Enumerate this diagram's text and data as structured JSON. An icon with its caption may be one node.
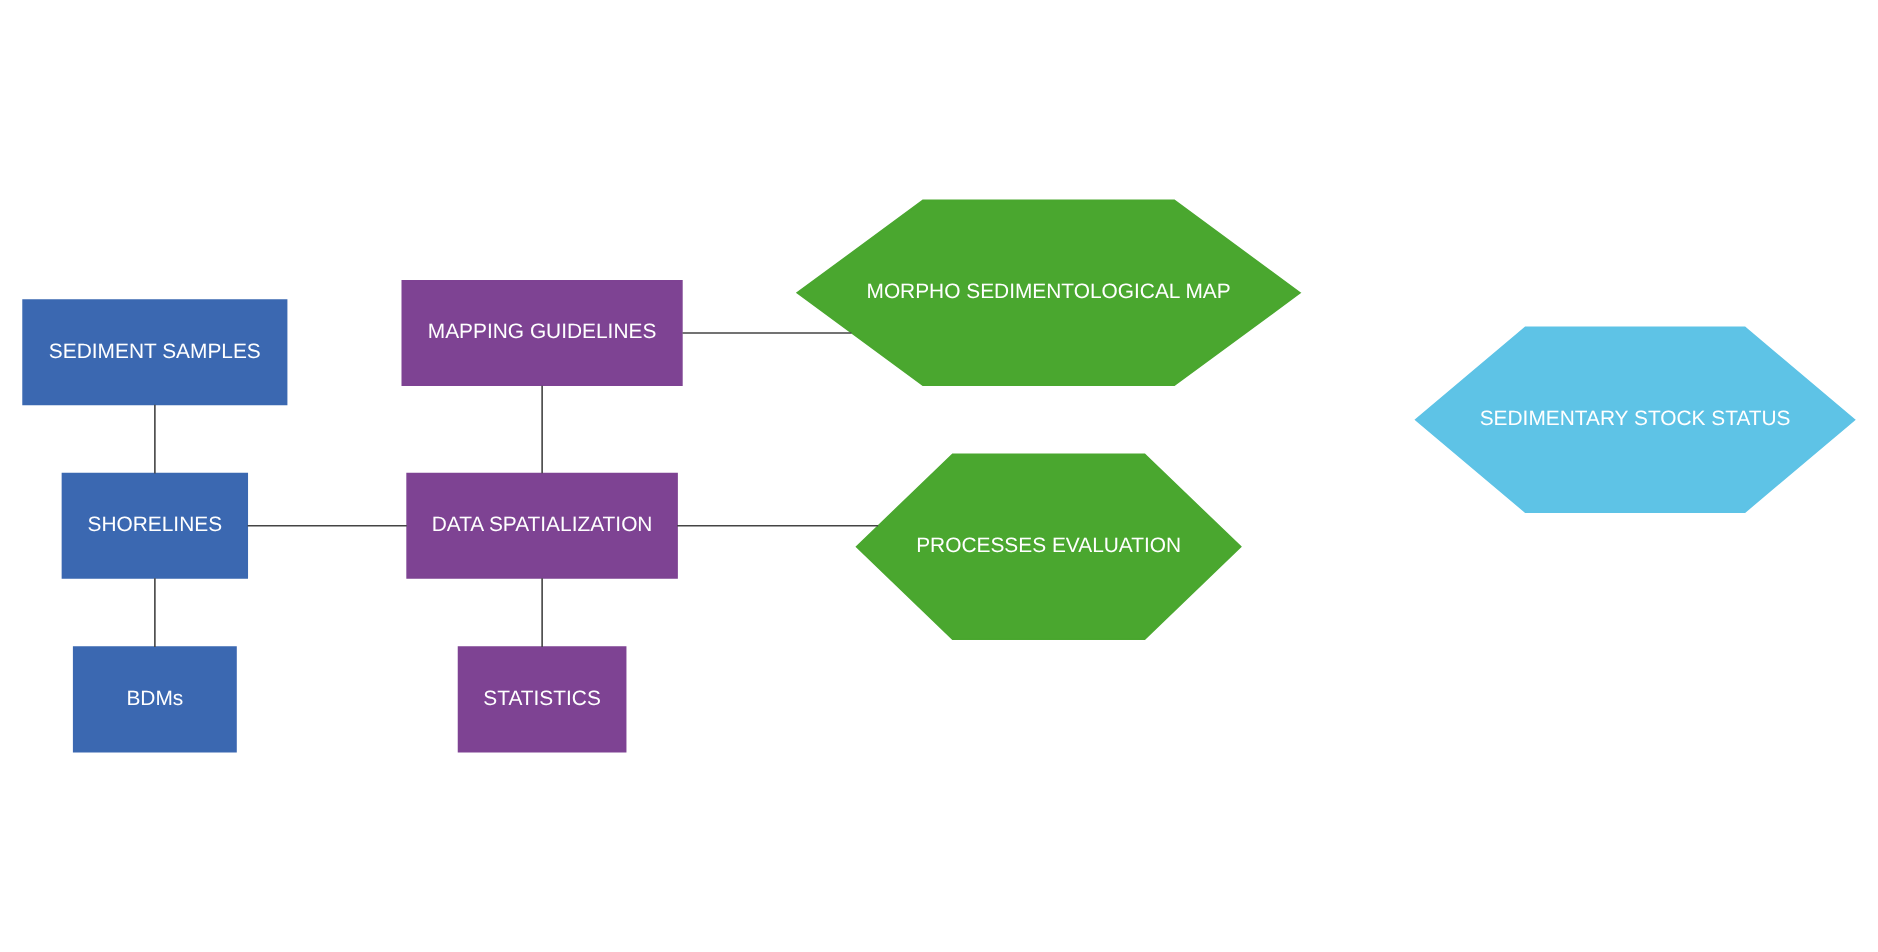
{
  "diagram": {
    "nodes": [
      {
        "text": [
          "SEDIMENT SAMPLES"
        ]
      },
      {
        "text": [
          "SHORELINES"
        ]
      },
      {
        "text": [
          "BDMs"
        ]
      },
      {
        "text": [
          "MAPPING GUIDELINES"
        ]
      },
      {
        "text": [
          "DATA SPATIALIZATION"
        ]
      },
      {
        "text": [
          "STATISTICS"
        ]
      },
      {
        "text": [
          "MORPHO SEDIMENTOLOGICAL MAP"
        ]
      },
      {
        "text": [
          "PROCESSES EVALUATION"
        ]
      },
      {
        "text": [
          "SEDIMENTARY STOCK STATUS"
        ]
      }
    ],
    "edges": [
      {
        "from": 0,
        "to": 1,
        "arrow": "none"
      },
      {
        "from": 1,
        "to": 2,
        "arrow": "none"
      },
      {
        "from": 1,
        "to": 4,
        "arrow": "none"
      },
      {
        "from": 3,
        "to": 4,
        "arrow": "none"
      },
      {
        "from": 4,
        "to": 5,
        "arrow": "none"
      },
      {
        "from": 3,
        "to": 6,
        "arrow": "none"
      },
      {
        "from": 4,
        "to": 7,
        "arrow": "none"
      }
    ]
  }
}
